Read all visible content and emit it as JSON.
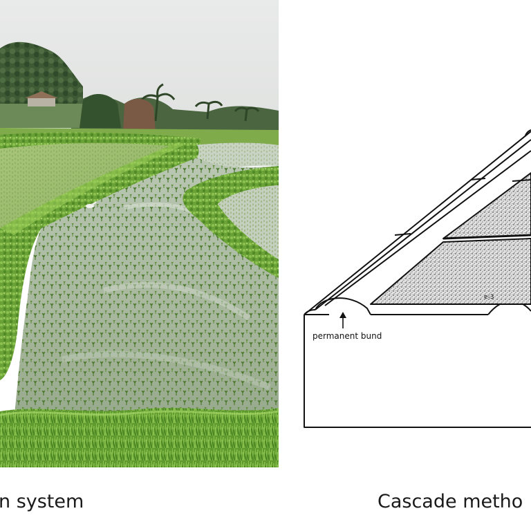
{
  "left_panel": {
    "caption": "n system"
  },
  "right_panel": {
    "caption": "Cascade metho",
    "diagram": {
      "bund_label": "permanent bund",
      "plot_tag": "e-3"
    }
  }
}
